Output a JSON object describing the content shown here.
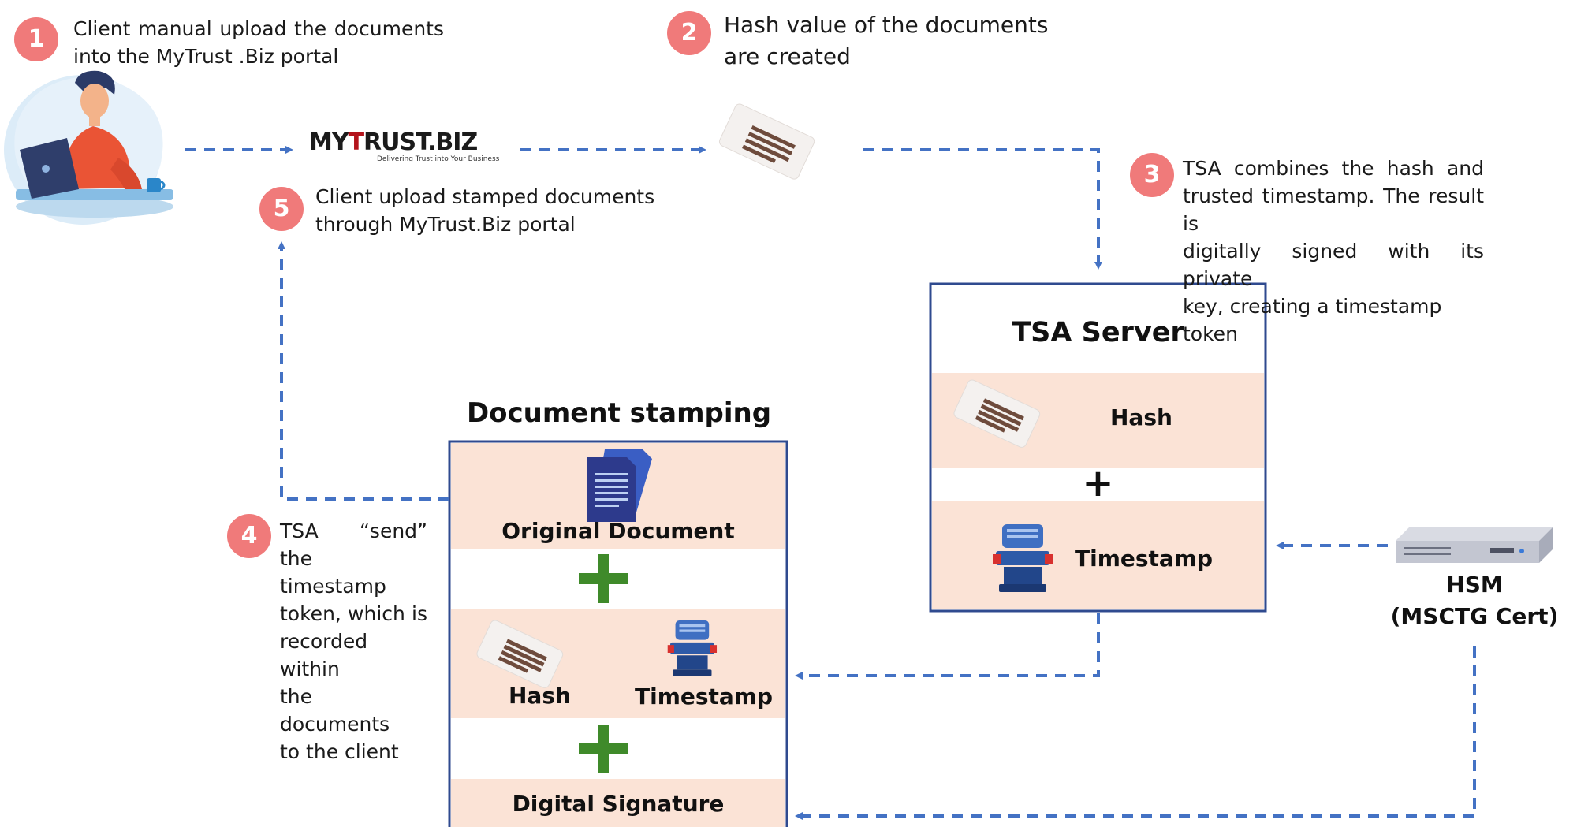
{
  "steps": [
    {
      "number": "1",
      "text_lines": [
        "Client manual upload the documents",
        "into the MyTrust .Biz portal"
      ]
    },
    {
      "number": "2",
      "text_lines": [
        "Hash value of the documents",
        "are created"
      ]
    },
    {
      "number": "3",
      "text_lines": [
        "TSA combines the hash and",
        "trusted timestamp. The result is",
        "digitally signed with its private",
        "key, creating a timestamp token"
      ]
    },
    {
      "number": "4",
      "text_lines": [
        "TSA “send” the",
        "timestamp",
        "token, which is",
        "recorded within",
        "the documents",
        "to the client"
      ]
    },
    {
      "number": "5",
      "text_lines": [
        "Client upload stamped documents",
        "through MyTrust.Biz portal"
      ]
    }
  ],
  "logo": {
    "text_my": "MY",
    "text_t": "T",
    "text_rest": "RUST.BIZ",
    "tagline": "Delivering Trust into Your Business"
  },
  "tsa_server": {
    "title": "TSA Server",
    "hash_label": "Hash",
    "plus": "+",
    "timestamp_label": "Timestamp"
  },
  "document_stamping": {
    "title": "Document stamping",
    "original_label": "Original Document",
    "hash_label": "Hash",
    "timestamp_label": "Timestamp",
    "signature_label": "Digital Signature"
  },
  "hsm": {
    "line1": "HSM",
    "line2": "(MSCTG Cert)"
  },
  "colors": {
    "badge": "#f07a7a",
    "band": "#fbe3d6",
    "box_border": "#2f4a8f",
    "arrow": "#4472c4",
    "plus_green": "#3f8a2a"
  }
}
